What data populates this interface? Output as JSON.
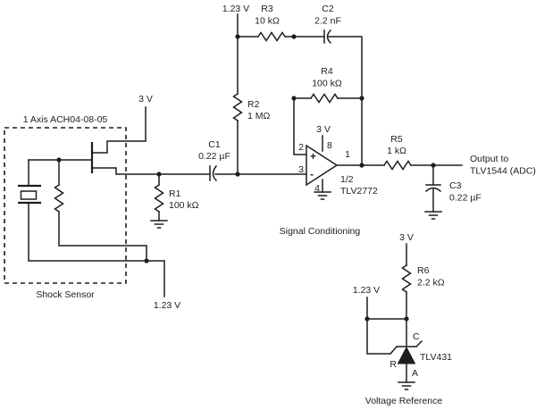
{
  "colors": {
    "background": "#ffffff",
    "ink": "#1d1d1b"
  },
  "sensor": {
    "title": "1 Axis ACH04-08-05",
    "caption": "Shock Sensor",
    "supply_label": "3 V",
    "bias_label": "1.23 V"
  },
  "signal_conditioning": {
    "caption": "Signal Conditioning",
    "bias_label": "1.23 V",
    "components": {
      "r1": {
        "ref": "R1",
        "value": "100 kΩ"
      },
      "r2": {
        "ref": "R2",
        "value": "1 MΩ"
      },
      "r3": {
        "ref": "R3",
        "value": "10 kΩ"
      },
      "r4": {
        "ref": "R4",
        "value": "100 kΩ"
      },
      "r5": {
        "ref": "R5",
        "value": "1 kΩ"
      },
      "c1": {
        "ref": "C1",
        "value": "0.22 µF"
      },
      "c2": {
        "ref": "C2",
        "value": "2.2 nF"
      },
      "c3": {
        "ref": "C3",
        "value": "0.22 µF"
      }
    },
    "opamp": {
      "designator": "1/2",
      "part": "TLV2772",
      "supply_label": "3 V",
      "plus": "+",
      "minus": "-",
      "pins": {
        "noninv": "2",
        "inv": "3",
        "vdd": "8",
        "gnd": "4",
        "out": "1"
      }
    },
    "output": {
      "line1": "Output to",
      "line2": "TLV1544 (ADC)"
    }
  },
  "voltage_reference": {
    "caption": "Voltage Reference",
    "supply_label": "3 V",
    "output_label": "1.23 V",
    "components": {
      "r6": {
        "ref": "R6",
        "value": "2.2 kΩ"
      }
    },
    "tlv431": {
      "part": "TLV431",
      "cathode": "C",
      "reference": "R",
      "anode": "A"
    }
  }
}
